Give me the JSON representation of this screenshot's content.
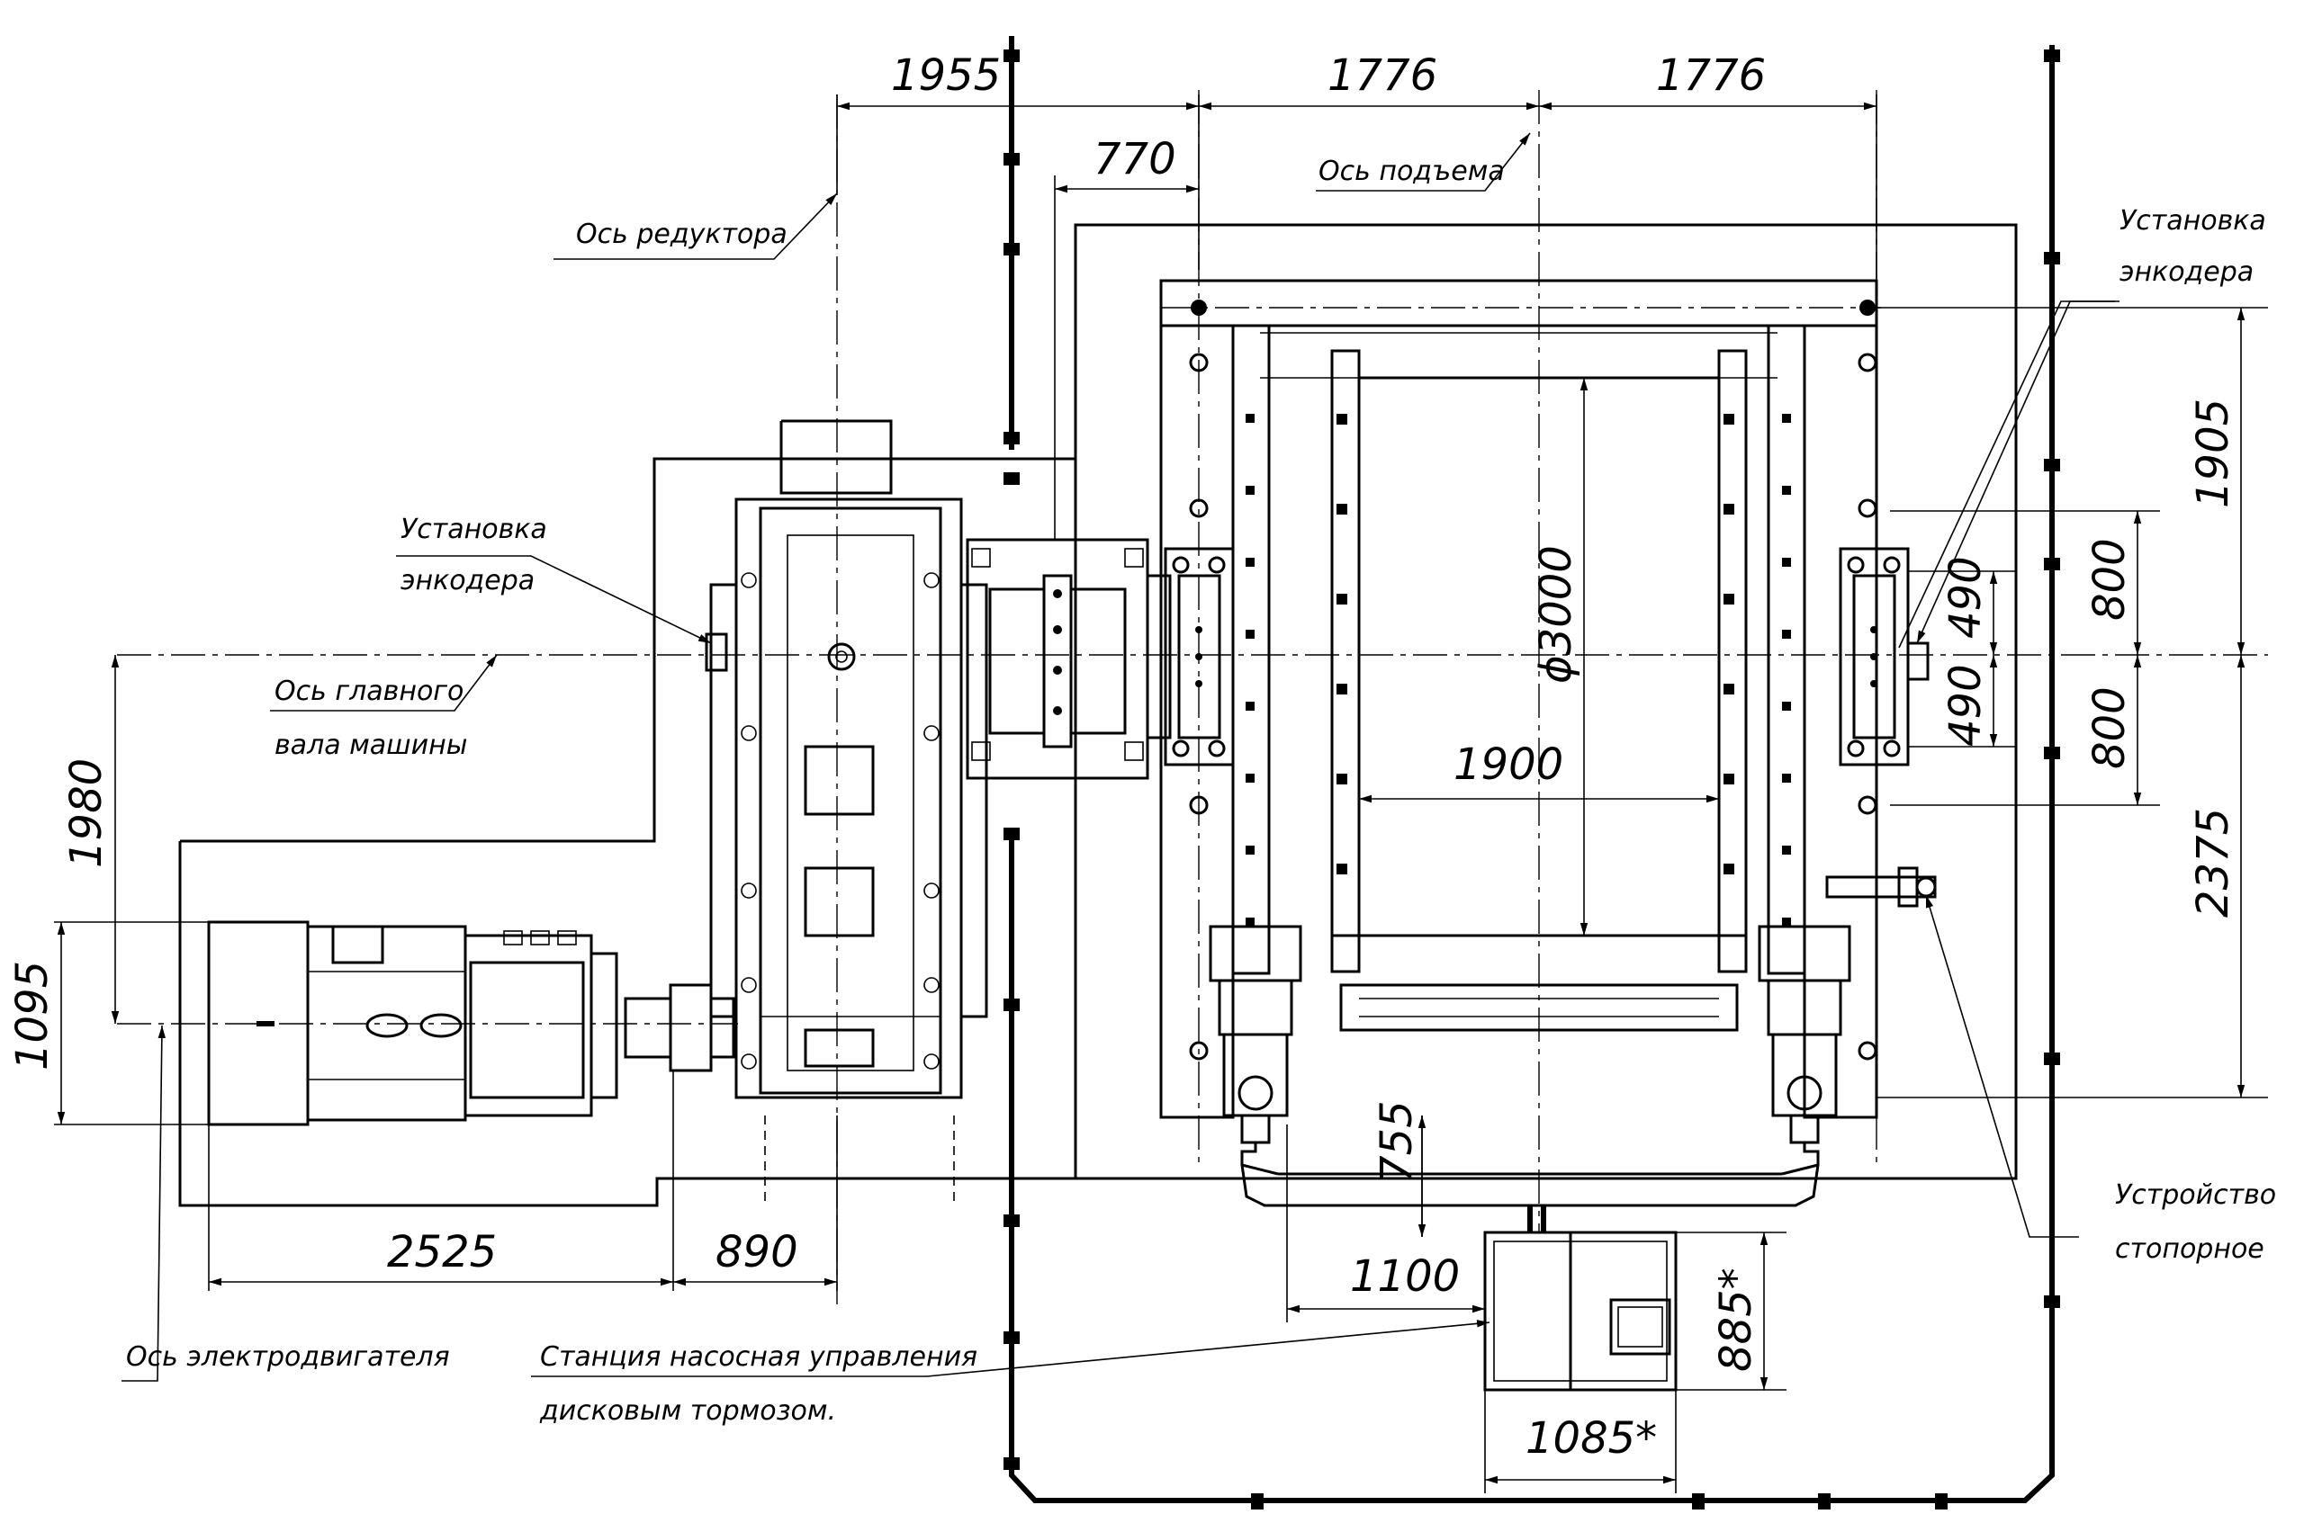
{
  "dimensions": {
    "d1955": "1955",
    "d1776_left": "1776",
    "d1776_right": "1776",
    "d770": "770",
    "d1980": "1980",
    "d1095": "1095",
    "d2525": "2525",
    "d890": "890",
    "d3000": "ϕ3000",
    "d1900": "1900",
    "d755": "755",
    "d1100": "1100",
    "d885": "885*",
    "d1085": "1085*",
    "d1905": "1905",
    "d2375": "2375",
    "d800_top": "800",
    "d800_bottom": "800",
    "d490_top": "490",
    "d490_bottom": "490"
  },
  "labels": {
    "gearbox_axis": "Ось редуктора",
    "lift_axis": "Ось подъема",
    "encoder_right_1": "Установка",
    "encoder_right_2": "энкодера",
    "encoder_left_1": "Установка",
    "encoder_left_2": "энкодера",
    "main_shaft_1": "Ось главного",
    "main_shaft_2": "вала машины",
    "motor_axis": "Ось электродвигателя",
    "pump_station_1": "Станция насосная управления",
    "pump_station_2": "дисковым тормозом.",
    "stopper_1": "Устройство",
    "stopper_2": "стопорное"
  }
}
